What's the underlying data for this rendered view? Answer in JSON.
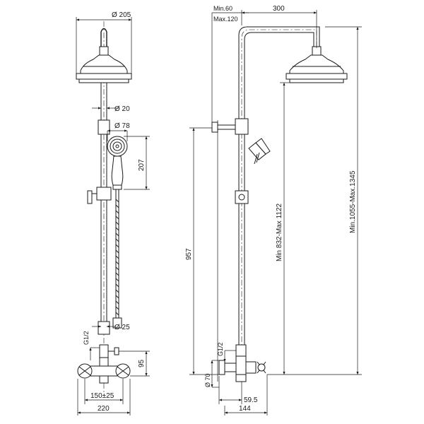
{
  "front": {
    "head_dia": "Ø 205",
    "pipe_dia": "Ø 20",
    "hand_dia": "Ø 78",
    "hand_len": "207",
    "base_dia": "Ø 25",
    "thread": "G1/2",
    "height": "95",
    "centers": "150±25",
    "width": "220"
  },
  "side": {
    "arm_min": "Min.60",
    "arm_max": "Max.120",
    "reach": "300",
    "total_height": "Min.1055-Max.1345",
    "head_height": "Min 832-Max 1122",
    "slide_height": "957",
    "thread": "G1/2",
    "inlet_dia": "Ø 70",
    "offset": "59.5",
    "depth": "144"
  }
}
